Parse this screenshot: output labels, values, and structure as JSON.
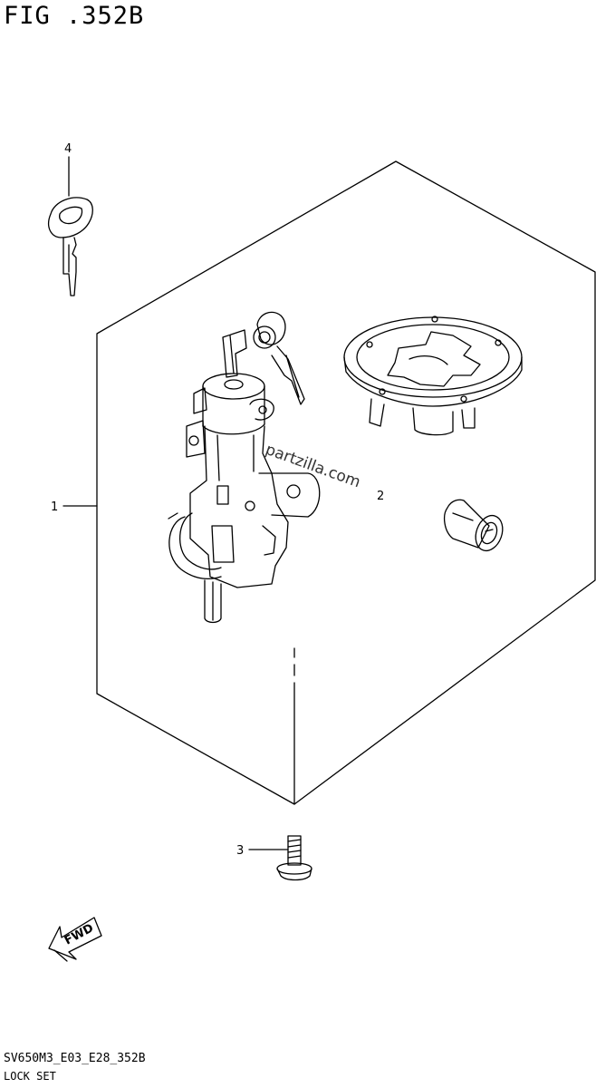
{
  "header": {
    "figure_title": "FIG .352B"
  },
  "footer": {
    "model_code": "SV650M3_E03_E28_352B",
    "group_name": "LOCK SET"
  },
  "callouts": [
    "1",
    "2",
    "3",
    "4"
  ],
  "watermark": "partzilla.com",
  "forward_arrow_label": "FWD",
  "colors": {
    "line": "#000000",
    "background": "#ffffff",
    "watermark": "#333333"
  }
}
